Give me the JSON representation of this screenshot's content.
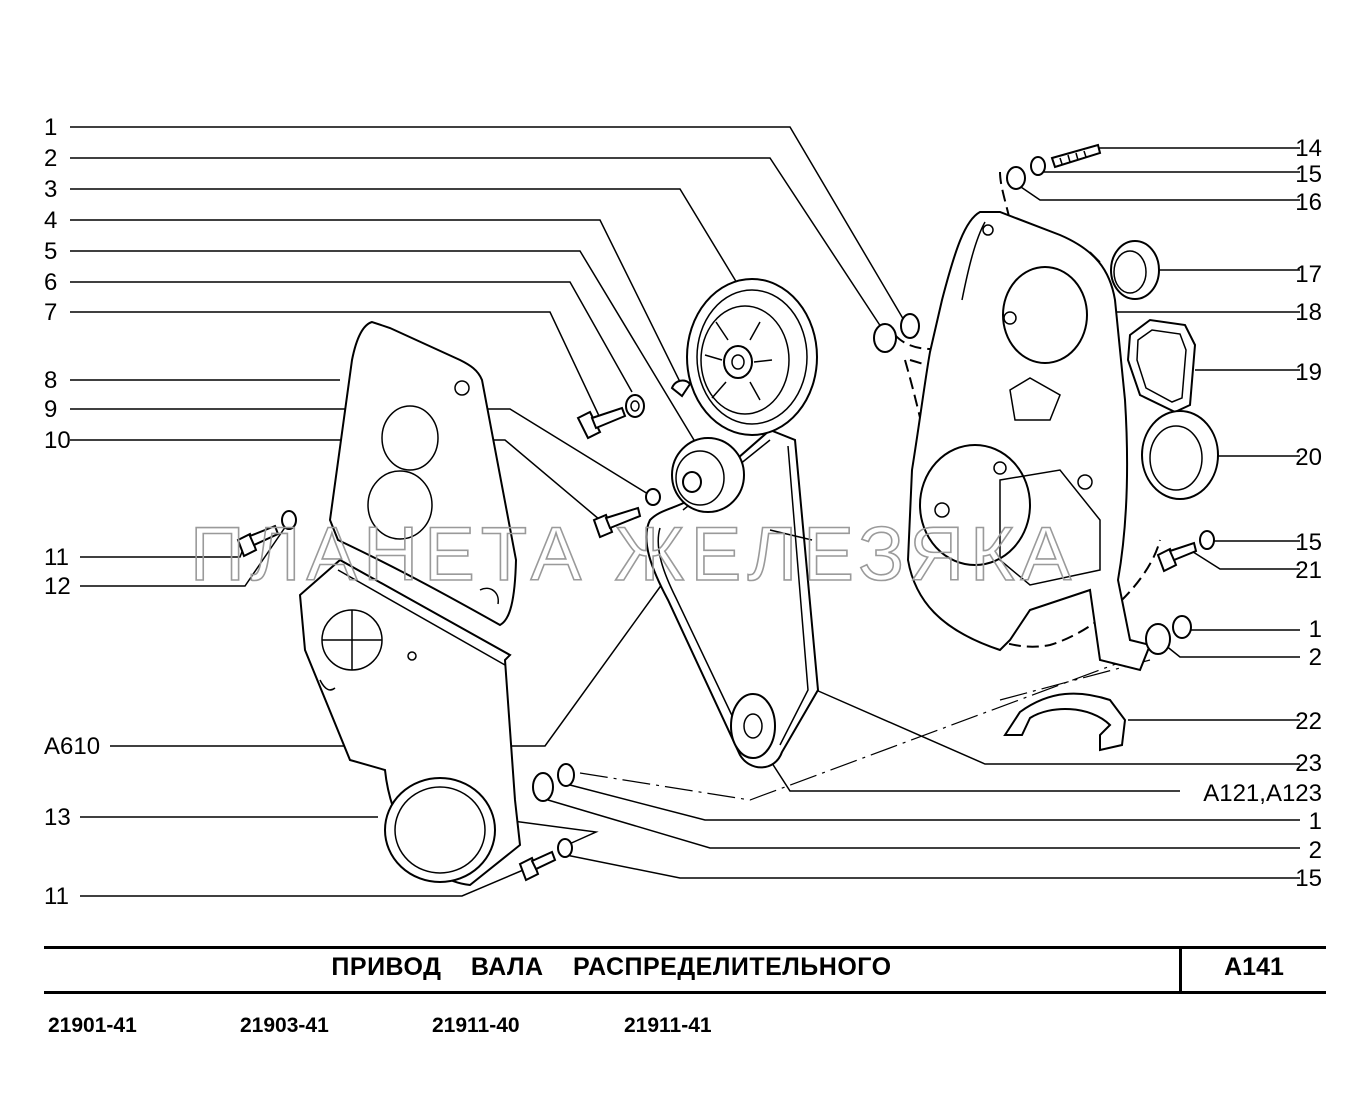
{
  "title": "ПРИВОД   ВАЛА   РАСПРЕДЕЛИТЕЛЬНОГО",
  "page_code": "A141",
  "watermark": "ПЛАНЕТА ЖЕЛЕЗЯКА",
  "models": [
    "21901-41",
    "21903-41",
    "21911-40",
    "21911-41"
  ],
  "callouts": {
    "left": [
      "1",
      "2",
      "3",
      "4",
      "5",
      "6",
      "7",
      "8",
      "9",
      "10",
      "11",
      "12",
      "A610",
      "13",
      "11"
    ],
    "right": [
      "14",
      "15",
      "16",
      "17",
      "18",
      "19",
      "20",
      "15",
      "21",
      "1",
      "2",
      "22",
      "23",
      "A121,A123",
      "1",
      "2",
      "15"
    ]
  }
}
